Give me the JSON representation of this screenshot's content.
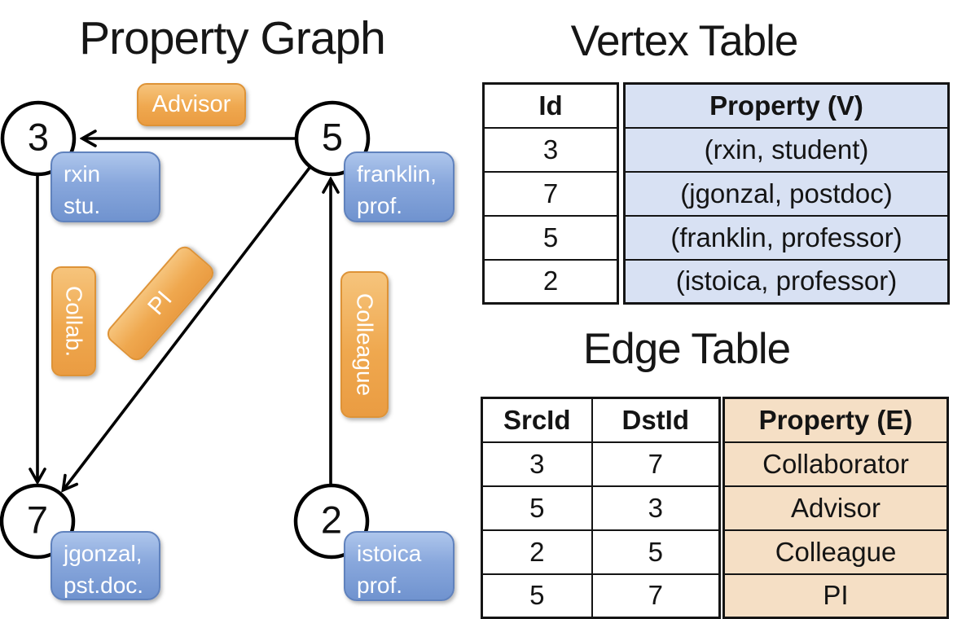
{
  "titles": {
    "property_graph": "Property Graph",
    "vertex_table": "Vertex Table",
    "edge_table": "Edge Table"
  },
  "graph": {
    "nodes": {
      "n3": {
        "id": "3",
        "label_line1": "rxin",
        "label_line2": "stu."
      },
      "n5": {
        "id": "5",
        "label_line1": "franklin,",
        "label_line2": "prof."
      },
      "n7": {
        "id": "7",
        "label_line1": "jgonzal,",
        "label_line2": "pst.doc."
      },
      "n2": {
        "id": "2",
        "label_line1": "istoica",
        "label_line2": "prof."
      }
    },
    "edge_labels": {
      "advisor": "Advisor",
      "collab": "Collab.",
      "pi": "PI",
      "colleague": "Colleague"
    }
  },
  "vertex_table": {
    "headers": {
      "id": "Id",
      "property": "Property (V)"
    },
    "rows": [
      {
        "id": "3",
        "property": "(rxin, student)"
      },
      {
        "id": "7",
        "property": "(jgonzal, postdoc)"
      },
      {
        "id": "5",
        "property": "(franklin, professor)"
      },
      {
        "id": "2",
        "property": "(istoica, professor)"
      }
    ]
  },
  "edge_table": {
    "headers": {
      "src": "SrcId",
      "dst": "DstId",
      "property": "Property (E)"
    },
    "rows": [
      {
        "src": "3",
        "dst": "7",
        "property": "Collaborator"
      },
      {
        "src": "5",
        "dst": "3",
        "property": "Advisor"
      },
      {
        "src": "2",
        "dst": "5",
        "property": "Colleague"
      },
      {
        "src": "5",
        "dst": "7",
        "property": "PI"
      }
    ]
  },
  "colors": {
    "edge_label_fill": "#efa84f",
    "node_property_fill": "#88a7dc",
    "vertex_table_fill": "#d8e1f3",
    "edge_table_fill": "#f5dfc5",
    "line_color": "#000000"
  }
}
